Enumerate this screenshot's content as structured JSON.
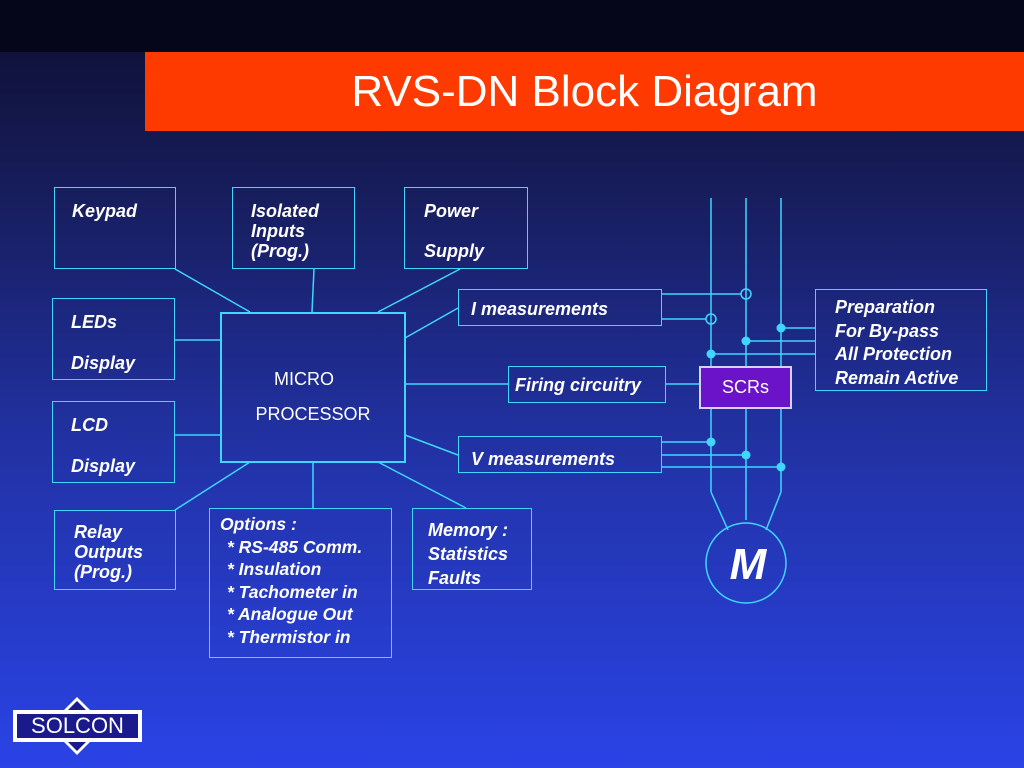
{
  "title": "RVS-DN  Block Diagram",
  "blocks": {
    "keypad": [
      "Keypad"
    ],
    "isolated_inputs": [
      "Isolated",
      "Inputs",
      "(Prog.)"
    ],
    "power_supply": [
      "Power",
      "Supply"
    ],
    "leds_display": [
      "LEDs",
      "Display"
    ],
    "lcd_display": [
      "LCD",
      "Display"
    ],
    "relay_outputs": [
      "Relay",
      "Outputs",
      "(Prog.)"
    ],
    "micro_processor": [
      "MICRO",
      "PROCESSOR"
    ],
    "options": [
      "Options :",
      "* RS-485 Comm.",
      "* Insulation",
      "* Tachometer in",
      "* Analogue Out",
      "* Thermistor in"
    ],
    "memory": [
      "Memory :",
      "Statistics",
      "Faults"
    ],
    "i_measurements": [
      "I measurements"
    ],
    "firing_circuitry": [
      "Firing circuitry"
    ],
    "v_measurements": [
      "V measurements"
    ],
    "scrs": [
      "SCRs"
    ],
    "bypass": [
      "Preparation",
      "For By-pass",
      "All Protection",
      "Remain Active"
    ]
  },
  "motor_label": "M",
  "logo_text": "SOLCON",
  "colors": {
    "title_band": "#ff3a00",
    "lines": "#3fd6ff",
    "scr_fill": "#6b13c9",
    "text": "#ffffff"
  }
}
